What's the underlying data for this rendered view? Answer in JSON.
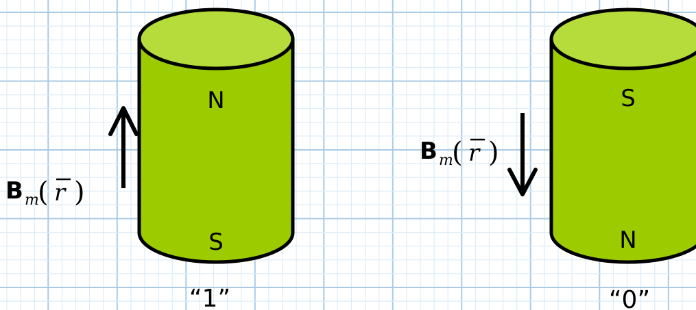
{
  "colors": {
    "background": "#ffffff",
    "grid_minor": "#dcecf7",
    "grid_major": "#a9cbe6",
    "magnet_body": "#9ccc00",
    "magnet_top": "#b5dc3a",
    "outline": "#000000"
  },
  "field_label": {
    "symbol": "B",
    "subscript": "m",
    "open_paren": "(",
    "variable": "r",
    "close_paren": ")"
  },
  "magnets": [
    {
      "caption": "“1”",
      "top_pole": "N",
      "bottom_pole": "S",
      "arrow_direction": "up"
    },
    {
      "caption": "“0”",
      "top_pole": "S",
      "bottom_pole": "N",
      "arrow_direction": "down"
    }
  ]
}
